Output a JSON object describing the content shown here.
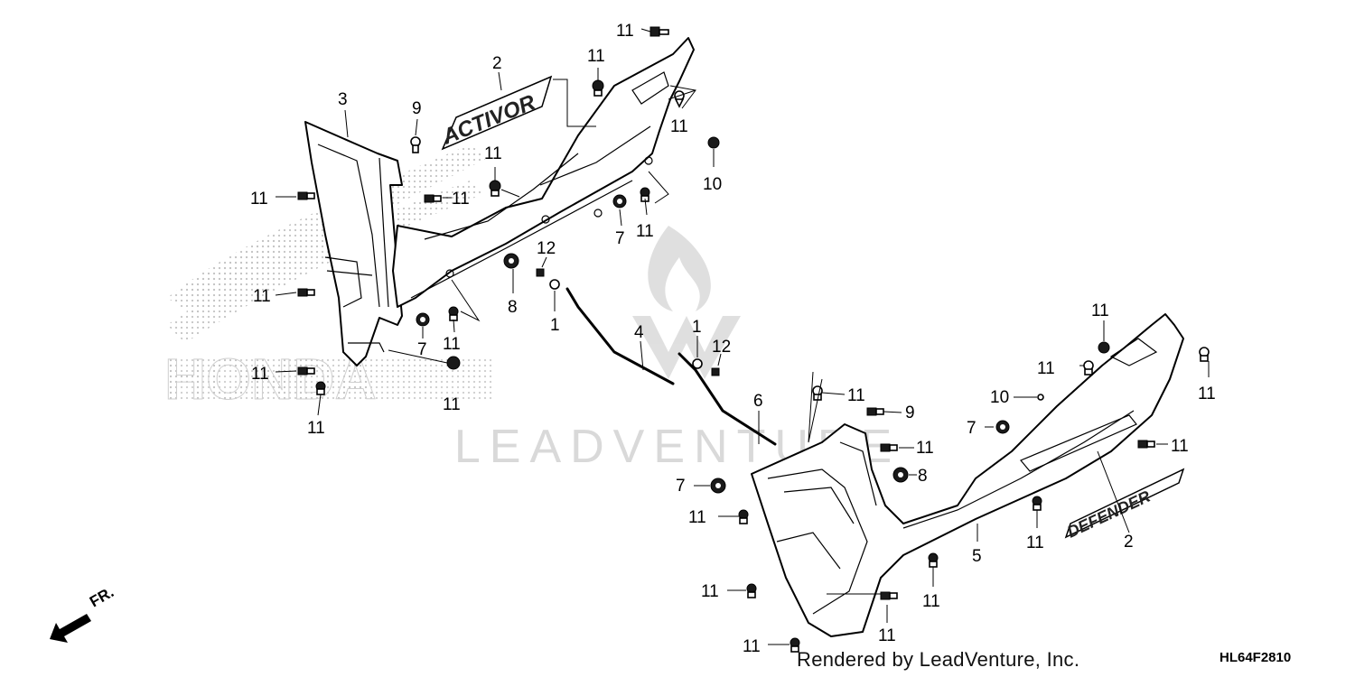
{
  "watermark": {
    "brand_text": "LEADVENTURE",
    "background_logo_text": "HONDA"
  },
  "footer": {
    "rendered_by": "Rendered by LeadVenture, Inc.",
    "diagram_code": "HL64F2810"
  },
  "direction_indicator": {
    "label": "FR."
  },
  "emblem_text": {
    "upper": "ACTIVOR",
    "lower": "DEFENDER"
  },
  "callouts": [
    {
      "id": "c1",
      "text": "11"
    },
    {
      "id": "c2",
      "text": "11"
    },
    {
      "id": "c3",
      "text": "2"
    },
    {
      "id": "c4",
      "text": "3"
    },
    {
      "id": "c5",
      "text": "9"
    },
    {
      "id": "c6",
      "text": "11"
    },
    {
      "id": "c7",
      "text": "10"
    },
    {
      "id": "c8",
      "text": "11"
    },
    {
      "id": "c9",
      "text": "11"
    },
    {
      "id": "c10",
      "text": "11"
    },
    {
      "id": "c11",
      "text": "7"
    },
    {
      "id": "c12",
      "text": "11"
    },
    {
      "id": "c13",
      "text": "12"
    },
    {
      "id": "c14",
      "text": "11"
    },
    {
      "id": "c15",
      "text": "8"
    },
    {
      "id": "c16",
      "text": "1"
    },
    {
      "id": "c17",
      "text": "7"
    },
    {
      "id": "c18",
      "text": "11"
    },
    {
      "id": "c19",
      "text": "11"
    },
    {
      "id": "c20",
      "text": "11"
    },
    {
      "id": "c21",
      "text": "11"
    },
    {
      "id": "c22",
      "text": "4"
    },
    {
      "id": "c23",
      "text": "1"
    },
    {
      "id": "c24",
      "text": "12"
    },
    {
      "id": "c25",
      "text": "6"
    },
    {
      "id": "c26",
      "text": "11"
    },
    {
      "id": "c27",
      "text": "11"
    },
    {
      "id": "c28",
      "text": "11"
    },
    {
      "id": "c29",
      "text": "11"
    },
    {
      "id": "c30",
      "text": "10"
    },
    {
      "id": "c31",
      "text": "9"
    },
    {
      "id": "c32",
      "text": "7"
    },
    {
      "id": "c33",
      "text": "11"
    },
    {
      "id": "c34",
      "text": "11"
    },
    {
      "id": "c35",
      "text": "8"
    },
    {
      "id": "c36",
      "text": "7"
    },
    {
      "id": "c37",
      "text": "11"
    },
    {
      "id": "c38",
      "text": "11"
    },
    {
      "id": "c39",
      "text": "2"
    },
    {
      "id": "c40",
      "text": "5"
    },
    {
      "id": "c41",
      "text": "11"
    },
    {
      "id": "c42",
      "text": "11"
    },
    {
      "id": "c43",
      "text": "11"
    },
    {
      "id": "c44",
      "text": "11"
    }
  ]
}
